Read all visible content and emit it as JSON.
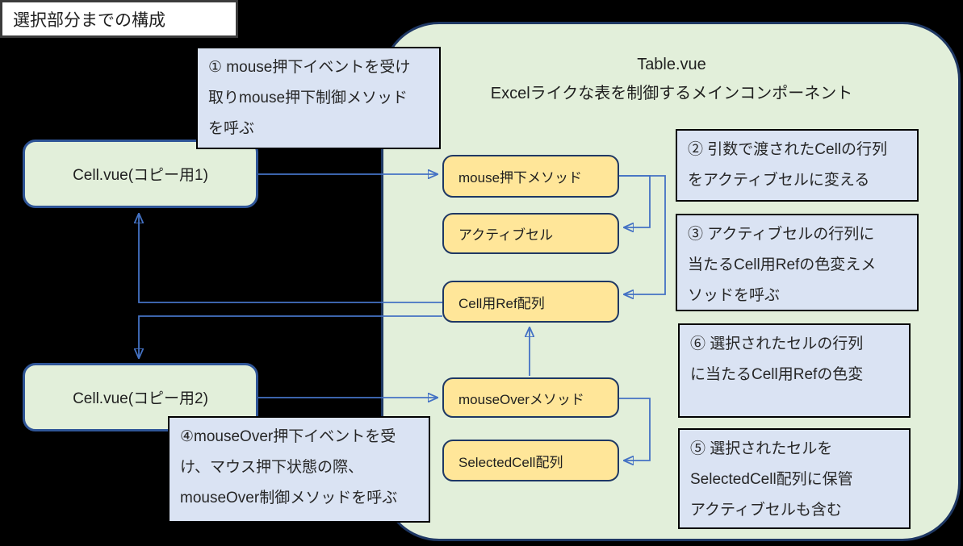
{
  "title_box": {
    "label": "選択部分までの構成"
  },
  "container": {
    "title": "Table.vue",
    "subtitle": "Excelライクな表を制御するメインコンポーネント"
  },
  "components": {
    "cell1": {
      "label": "Cell.vue(コピー用1)"
    },
    "cell2": {
      "label": "Cell.vue(コピー用2)"
    }
  },
  "nodes": {
    "mouse_down": {
      "label": "mouse押下メソッド"
    },
    "active_cell": {
      "label": "アクティブセル"
    },
    "cell_ref": {
      "label": "Cell用Ref配列"
    },
    "mouse_over": {
      "label": "mouseOverメソッド"
    },
    "selected_cell": {
      "label": "SelectedCell配列"
    }
  },
  "annotations": {
    "a1": {
      "text": "① mouse押下イベントを受け\n取りmouse押下制御メソッド\nを呼ぶ"
    },
    "a2": {
      "text": "② 引数で渡されたCellの行列\nをアクティブセルに変える"
    },
    "a3": {
      "text": "③ アクティブセルの行列に\n当たるCell用Refの色変えメ\nソッドを呼ぶ"
    },
    "a4": {
      "text": "④mouseOver押下イベントを受\nけ、マウス押下状態の際、\nmouseOver制御メソッドを呼ぶ"
    },
    "a5": {
      "text": "⑤ 選択されたセルを\nSelectedCell配列に保管\nアクティブセルも含む"
    },
    "a6": {
      "text": "⑥ 選択されたセルの行列\nに当たるCell用Refの色変"
    }
  },
  "colors": {
    "background": "#000000",
    "container_fill": "#e2efda",
    "container_border": "#1f3864",
    "component_border": "#2f5597",
    "node_fill": "#ffe699",
    "node_border": "#1f3864",
    "annotation_fill": "#dae3f3",
    "annotation_border": "#000000",
    "arrow": "#4472c4",
    "title_box_fill": "#ffffff"
  }
}
